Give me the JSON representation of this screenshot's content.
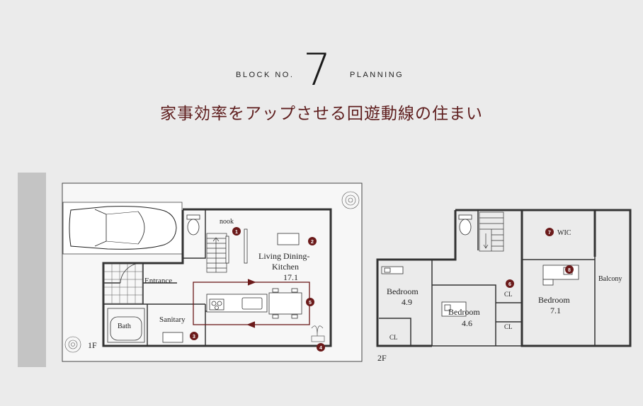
{
  "header": {
    "block_label": "BLOCK NO.",
    "block_number": "7",
    "planning_label": "PLANNING",
    "tagline": "家事効率をアップさせる回遊動線の住まい"
  },
  "floor1": {
    "floor_label": "1F",
    "rooms": {
      "nook": "nook",
      "ldk_line1": "Living Dining-",
      "ldk_line2": "Kitchen",
      "ldk_size": "17.1",
      "entrance": "Entrance",
      "sanitary": "Sanitary",
      "bath": "Bath"
    },
    "markers": [
      "1",
      "2",
      "3",
      "4",
      "5"
    ]
  },
  "floor2": {
    "floor_label": "2F",
    "rooms": {
      "wic": "WIC",
      "bedroom_a": "Bedroom",
      "bedroom_a_size": "4.9",
      "bedroom_b": "Bedroom",
      "bedroom_b_size": "4.6",
      "bedroom_c": "Bedroom",
      "bedroom_c_size": "7.1",
      "balcony": "Balcony",
      "cl_1": "CL",
      "cl_2": "CL",
      "cl_3": "CL"
    },
    "markers": [
      "6",
      "7",
      "8"
    ]
  },
  "colors": {
    "accent": "#6b1a1a",
    "wall": "#333333",
    "plot_bg": "#f4f4f4",
    "column": "#c4c4c4"
  }
}
